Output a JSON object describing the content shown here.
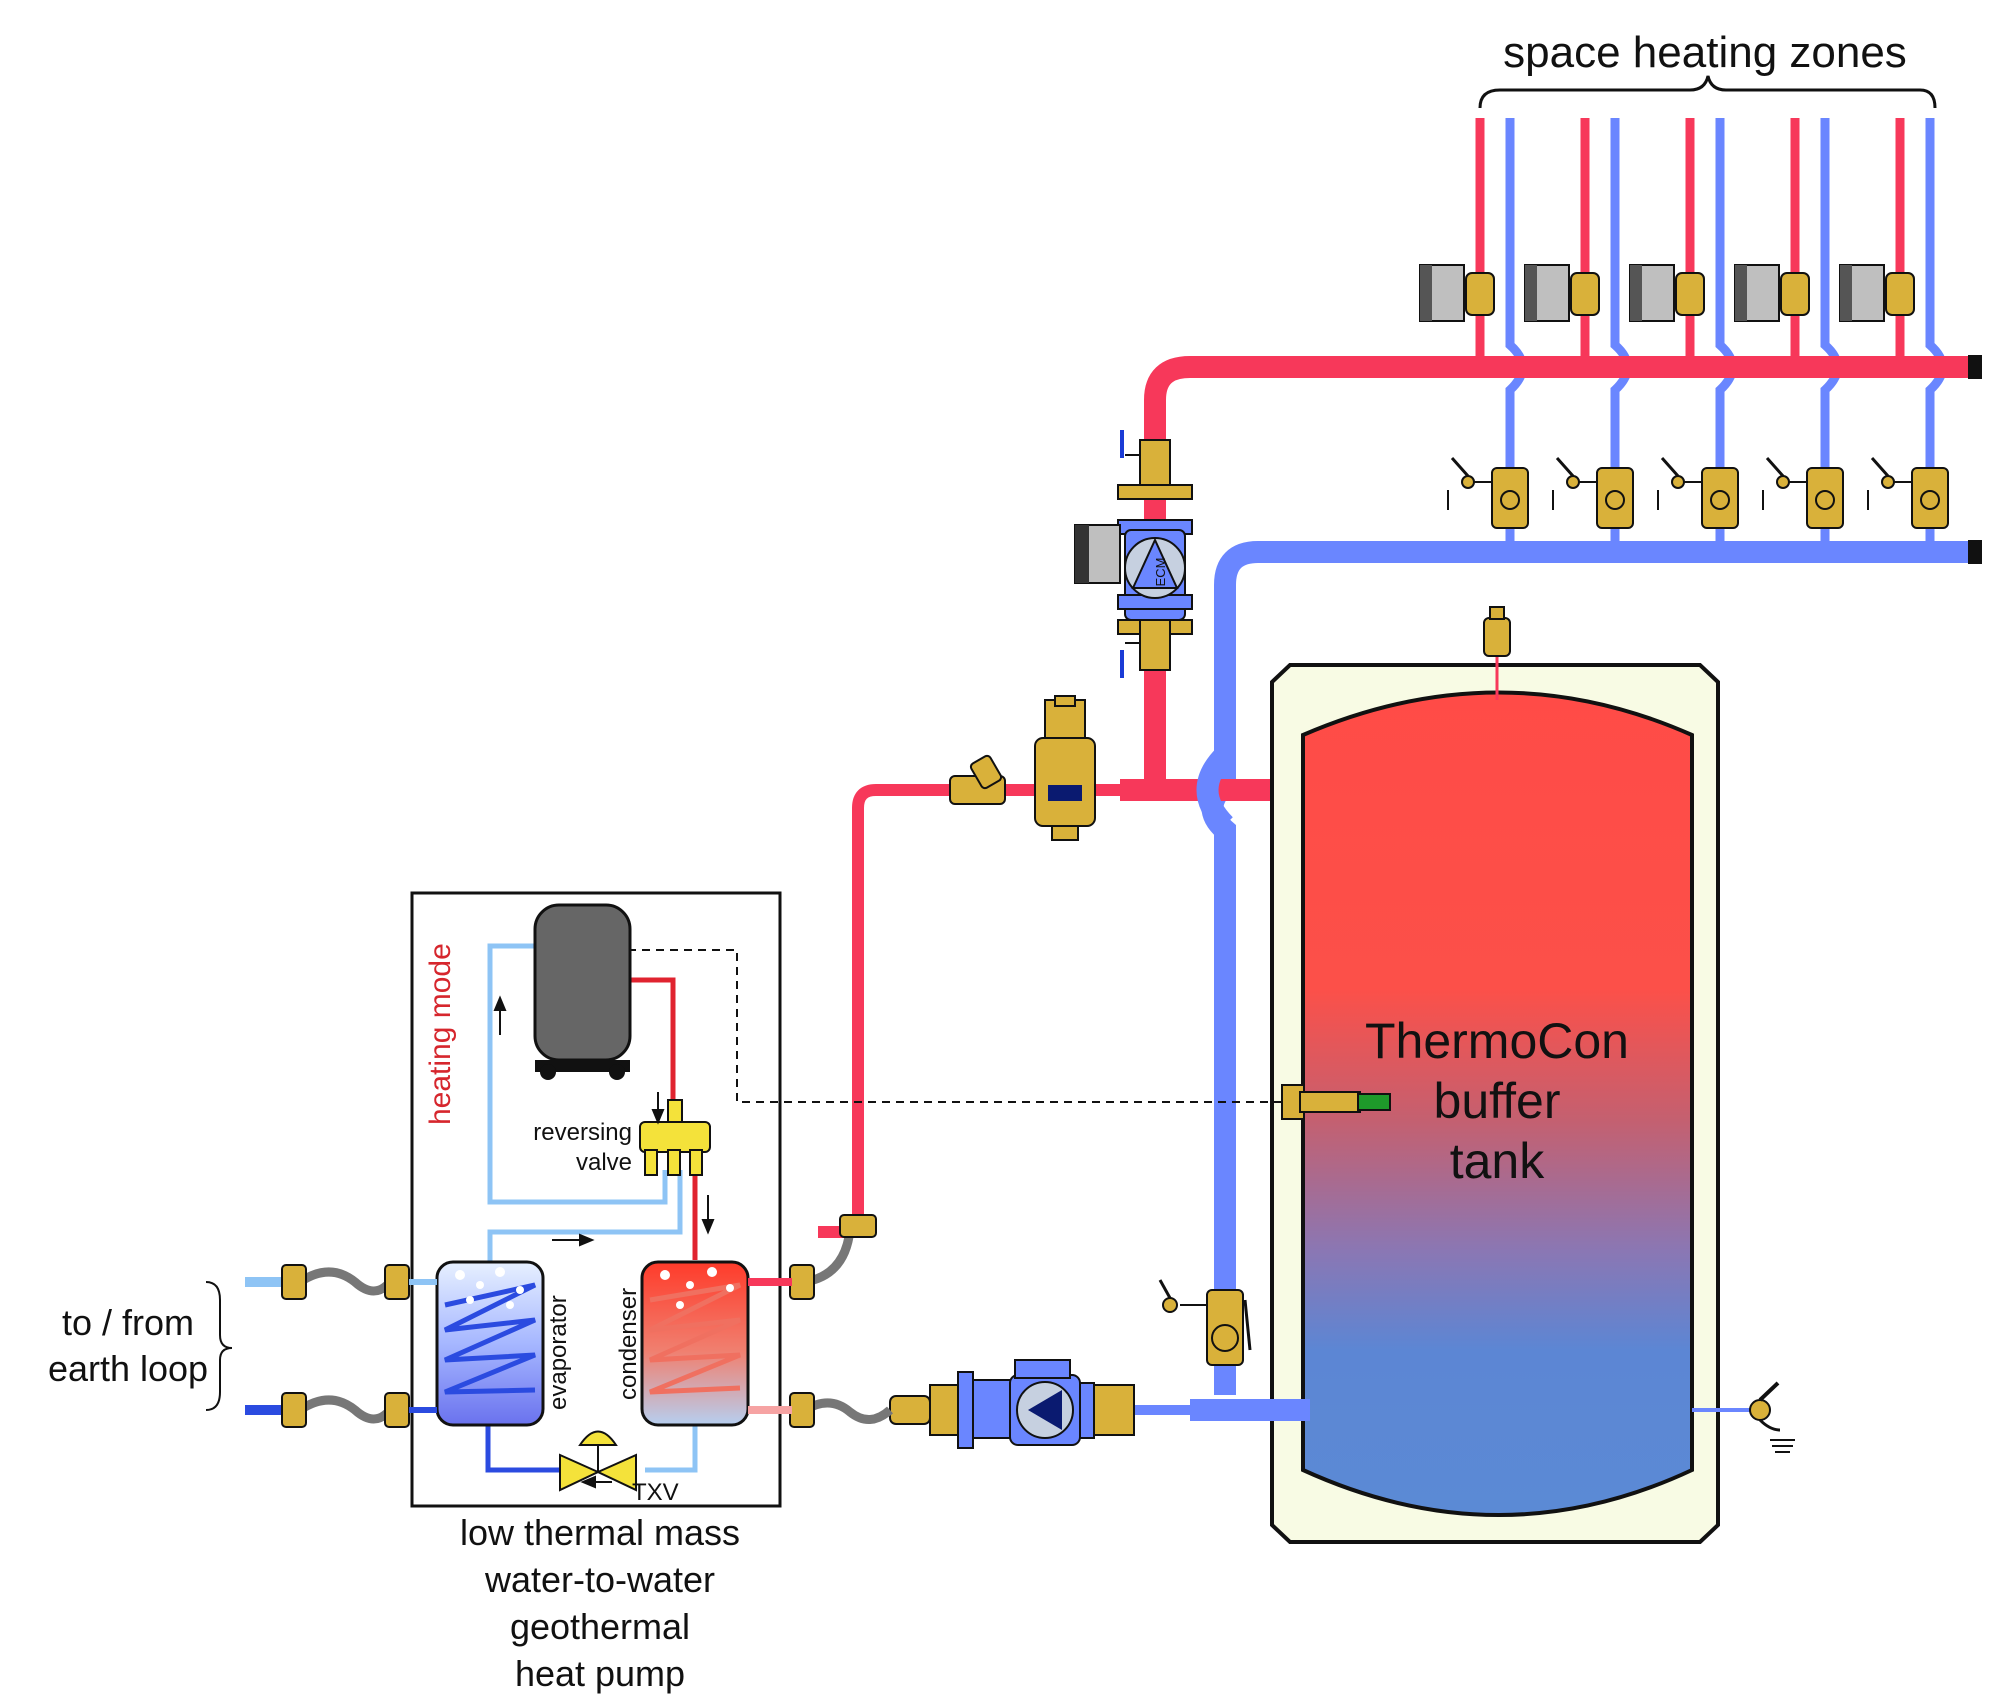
{
  "title": "space heating zones",
  "tank": {
    "line1": "ThermoCon",
    "line2": "buffer",
    "line3": "tank"
  },
  "heat_pump": {
    "mode": "heating mode",
    "reversing_valve_line1": "reversing",
    "reversing_valve_line2": "valve",
    "evaporator": "evaporator",
    "condenser": "condenser",
    "txv": "TXV",
    "caption_line1": "low thermal mass",
    "caption_line2": "water-to-water",
    "caption_line3": "geothermal",
    "caption_line4": "heat pump"
  },
  "earth_loop": {
    "line1": "to / from",
    "line2": "earth loop"
  },
  "circulator_badge": "ECM",
  "zones": [
    {
      "id": 1
    },
    {
      "id": 2
    },
    {
      "id": 3
    },
    {
      "id": 4
    },
    {
      "id": 5
    }
  ],
  "colors": {
    "supply_hot": "#f7385a",
    "return_cool": "#6a86ff",
    "brass": "#d9b13a",
    "loop_light_blue": "#8ec4f5",
    "loop_dark_blue": "#2b4be0",
    "refrigerant_red": "#e0232f",
    "tank_jacket": "#f8fbe4"
  }
}
